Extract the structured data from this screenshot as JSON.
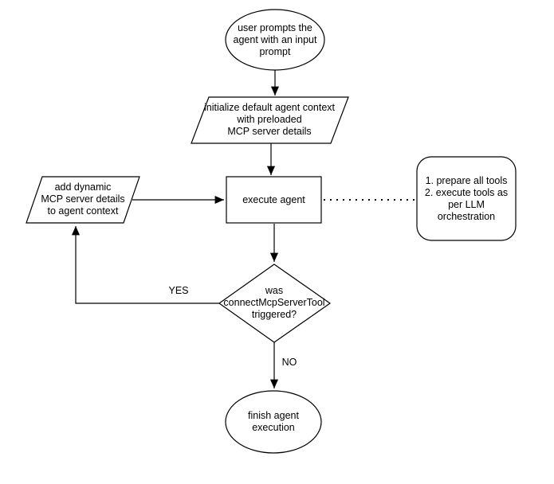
{
  "diagram": {
    "background": "#ffffff",
    "stroke_color": "#000000",
    "text_color": "#000000",
    "nodes": {
      "start": {
        "shape": "ellipse",
        "label": "user prompts the\nagent with an input\nprompt"
      },
      "init_context": {
        "shape": "parallelogram",
        "label": "initialize default agent context\nwith preloaded\nMCP server details"
      },
      "execute_agent": {
        "shape": "rectangle",
        "label": "execute agent"
      },
      "add_dynamic": {
        "shape": "parallelogram",
        "label": "add dynamic\nMCP server details\nto agent context"
      },
      "tools_note": {
        "shape": "rounded-rectangle",
        "label": "1. prepare all tools\n2. execute tools as\nper LLM\norchestration"
      },
      "decision": {
        "shape": "diamond",
        "label": "was\nconnectMcpServerTool\ntriggered?"
      },
      "finish": {
        "shape": "ellipse",
        "label": "finish agent\nexecution"
      }
    },
    "edges": {
      "yes_label": "YES",
      "no_label": "NO"
    }
  }
}
